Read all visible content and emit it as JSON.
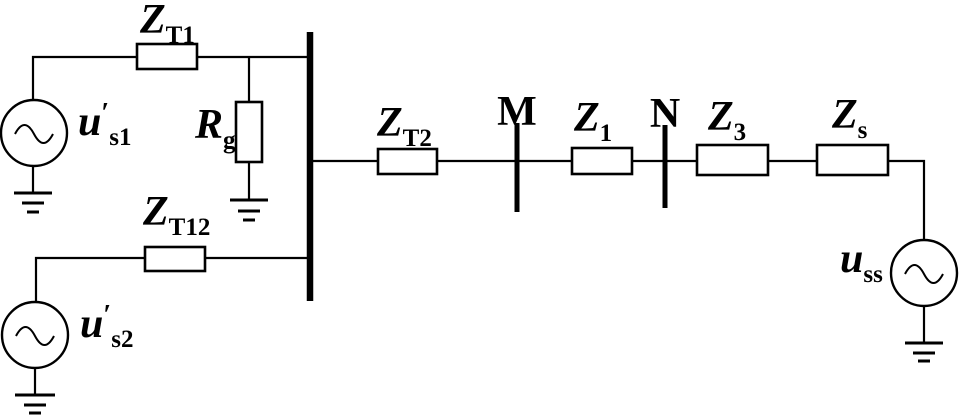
{
  "figure": {
    "type": "power-system-equivalent-circuit-diagram",
    "background_color": "#ffffff",
    "ink_color": "#000000"
  },
  "labels": {
    "zt1": {
      "base": "Z",
      "sub": "T1"
    },
    "zt12": {
      "base": "Z",
      "sub": "T12"
    },
    "zt2": {
      "base": "Z",
      "sub": "T2"
    },
    "z1": {
      "base": "Z",
      "sub": "1"
    },
    "z3": {
      "base": "Z",
      "sub": "3"
    },
    "zs": {
      "base": "Z",
      "sub": "s"
    },
    "rg": {
      "base": "R",
      "sub": "g"
    },
    "us1": {
      "base": "u",
      "prime": "′",
      "sub": "s1"
    },
    "us2": {
      "base": "u",
      "prime": "′",
      "sub": "s2"
    },
    "uss": {
      "base": "u",
      "sub": "ss"
    },
    "bus_m": "M",
    "bus_n": "N"
  }
}
